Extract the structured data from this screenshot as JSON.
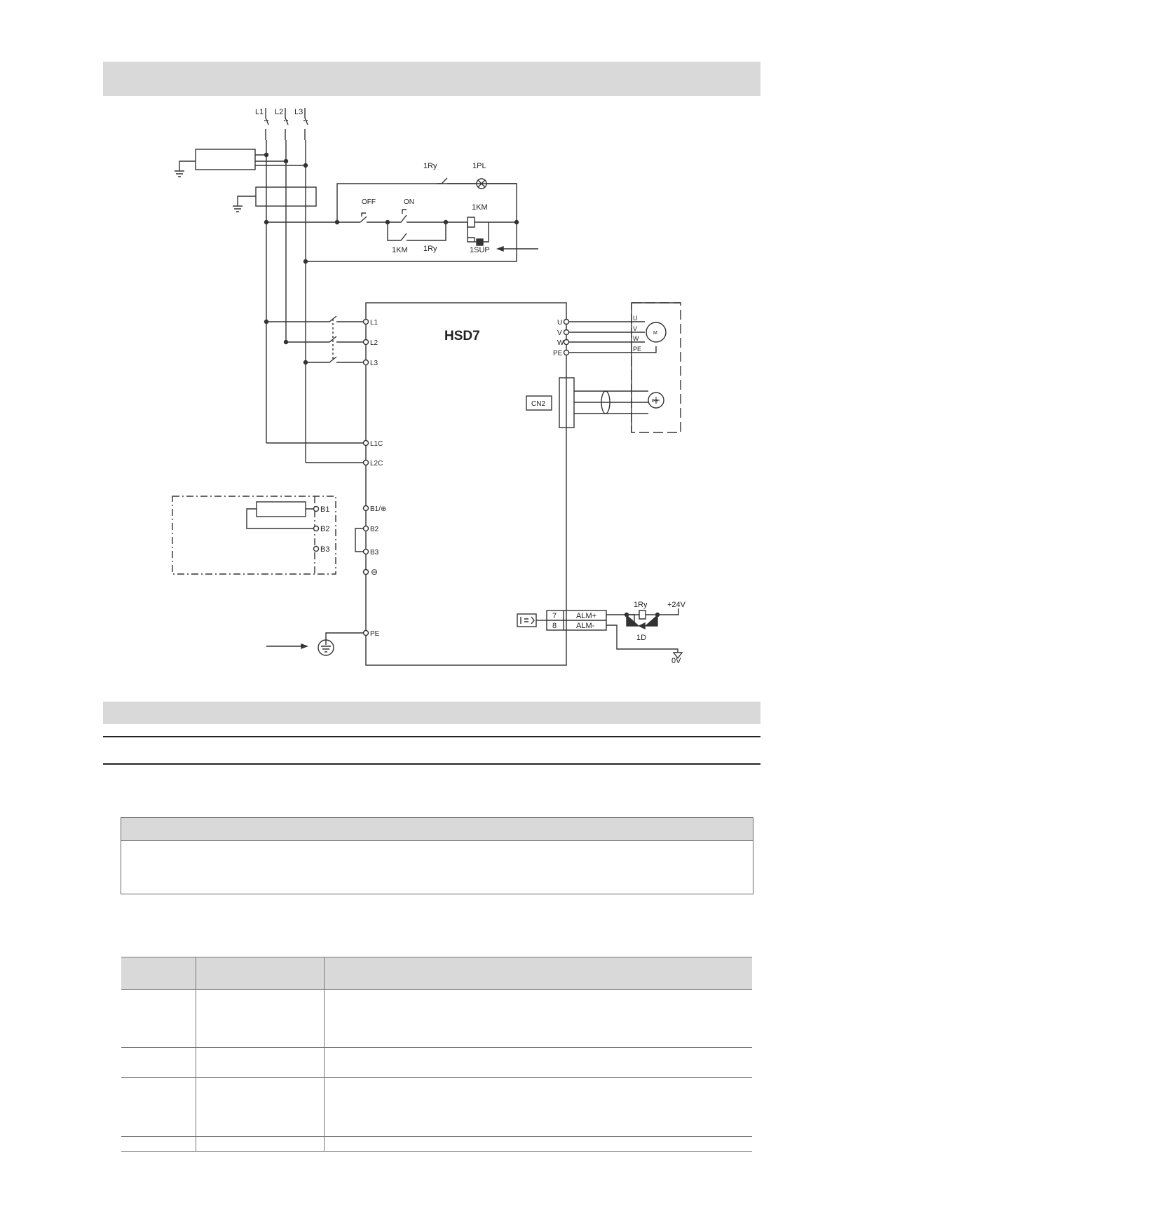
{
  "diagram": {
    "drive_name": "HSD7",
    "mains_labels": [
      "L1",
      "L2",
      "L3"
    ],
    "relay_labels": {
      "relay_contact": "1Ry",
      "pilot_lamp": "1PL",
      "off_button": "OFF",
      "on_button": "ON",
      "contactor": "1KM",
      "contactor_aux": "1KM",
      "relay_aux": "1Ry",
      "surge_suppressor": "1SUP"
    },
    "power_terminals": [
      "L1",
      "L2",
      "L3"
    ],
    "control_terminals": [
      "L1C",
      "L2C"
    ],
    "brake_terminals": [
      "B1/⊕",
      "B2",
      "B3",
      "⊖"
    ],
    "external_resistor_terminals": [
      "B1",
      "B2",
      "B3"
    ],
    "ground_terminal": "PE",
    "motor_terminals": [
      "U",
      "V",
      "W",
      "PE"
    ],
    "motor_box_labels": [
      "U",
      "V",
      "W",
      "PE"
    ],
    "motor_symbol": "M",
    "encoder_symbol": "PG",
    "encoder_connector": "CN2",
    "alarm_rows": [
      {
        "pin": "7",
        "signal": "ALM+"
      },
      {
        "pin": "8",
        "signal": "ALM-"
      }
    ],
    "alarm_relay": "1Ry",
    "supply_24v": "+24V",
    "diode": "1D",
    "supply_0v": "0V"
  }
}
